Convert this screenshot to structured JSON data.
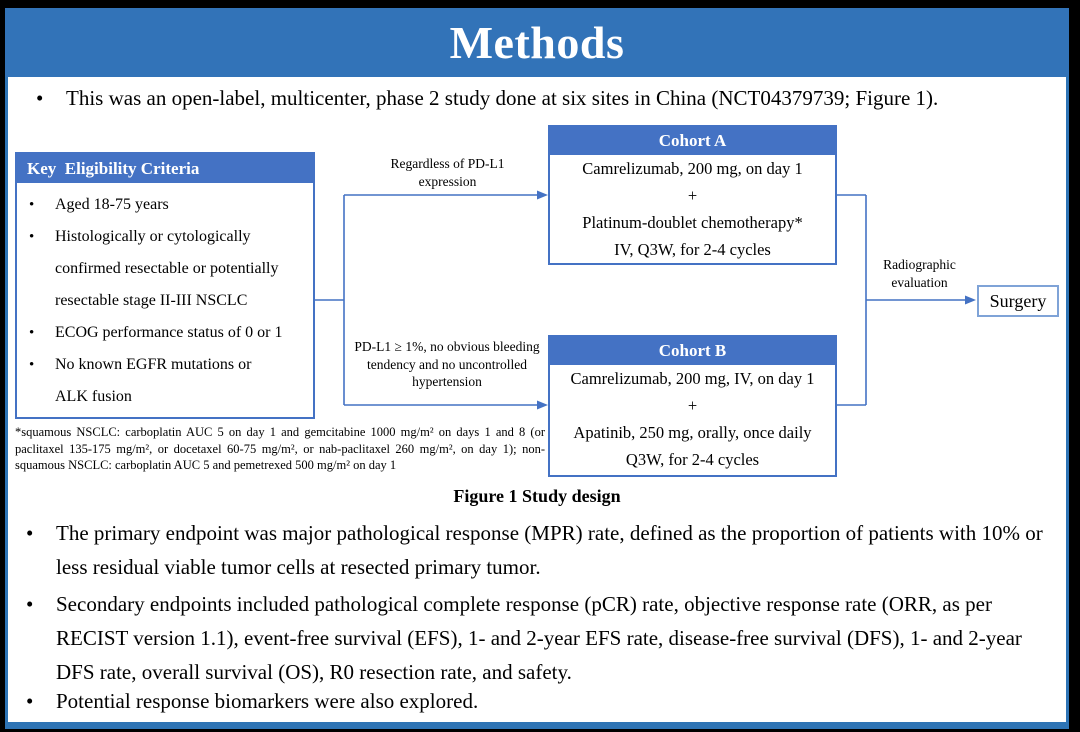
{
  "colors": {
    "title_bar": "#3273B8",
    "frame": "#2E74B5",
    "box_header": "#4472C4",
    "connector": "#4472C4",
    "box_border": "#4472C4",
    "surgery_border": "#7FA3D7",
    "text": "#000000"
  },
  "title": "Methods",
  "bullet_glyph": "•",
  "bullets": {
    "intro": "This was an open-label, multicenter, phase 2 study done at six sites in China (NCT04379739; Figure 1).",
    "primary": "The primary endpoint was major pathological response (MPR) rate, defined as the proportion of patients with 10% or less residual viable tumor cells at resected primary tumor.",
    "secondary": "Secondary endpoints included pathological complete response (pCR) rate, objective response rate (ORR, as per RECIST version 1.1), event-free survival (EFS), 1- and 2-year EFS rate, disease-free survival (DFS), 1- and 2-year DFS rate, overall survival (OS), R0 resection rate, and safety.",
    "biomarkers": "Potential response biomarkers were also explored."
  },
  "figure": {
    "caption": "Figure 1 Study design",
    "eligibility": {
      "header": "Key  Eligibility Criteria",
      "items": [
        {
          "lines": [
            "Aged 18-75 years"
          ]
        },
        {
          "lines": [
            "Histologically or cytologically",
            "confirmed resectable or potentially",
            "resectable stage II-III NSCLC"
          ]
        },
        {
          "lines": [
            "ECOG performance status of 0 or 1"
          ]
        },
        {
          "lines": [
            "No known EGFR mutations or",
            "ALK fusion"
          ]
        }
      ]
    },
    "branch_top_label": "Regardless of PD-L1 expression",
    "branch_bottom_label": "PD-L1 ≥ 1%, no obvious bleeding tendency and no uncontrolled hypertension",
    "cohort_a": {
      "header": "Cohort A",
      "lines": [
        "Camrelizumab, 200 mg, on day 1",
        "+",
        "Platinum-doublet chemotherapy*",
        "IV, Q3W, for 2-4 cycles"
      ]
    },
    "cohort_b": {
      "header": "Cohort B",
      "lines": [
        "Camrelizumab, 200 mg, IV, on day 1",
        "+",
        "Apatinib, 250 mg, orally, once daily",
        "Q3W, for 2-4 cycles"
      ]
    },
    "evaluation_label": "Radiographic evaluation",
    "surgery_label": "Surgery",
    "footnote": "*squamous NSCLC: carboplatin AUC 5 on day 1 and gemcitabine 1000 mg/m² on days 1 and 8 (or paclitaxel 135-175 mg/m², or docetaxel 60-75 mg/m², or nab-paclitaxel 260 mg/m², on day 1); non-squamous NSCLC: carboplatin AUC 5 and pemetrexed 500 mg/m² on day 1"
  }
}
